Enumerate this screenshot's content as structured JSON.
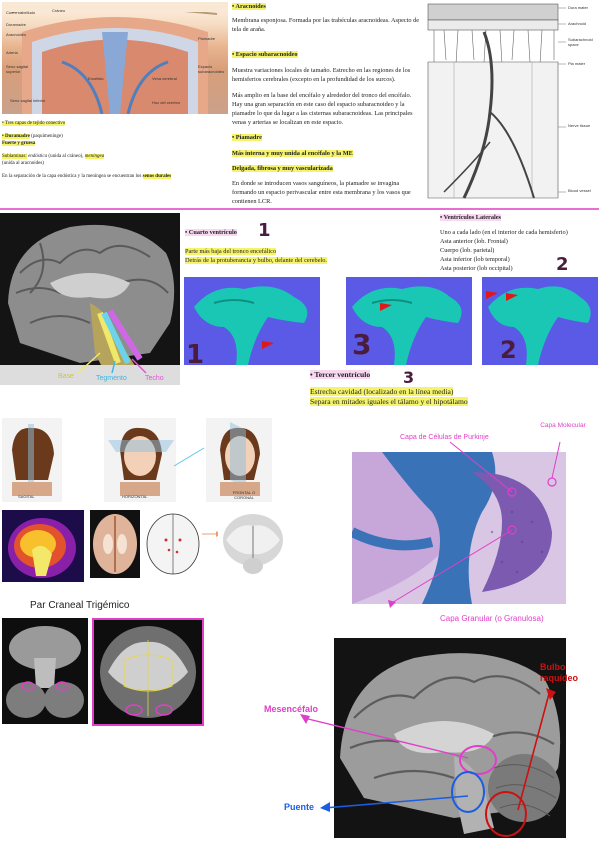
{
  "meninges": {
    "img_labels": [
      "Cuero cabelludo",
      "Cráneo",
      "Duramadre",
      "Aracnoides",
      "Piamadre",
      "Seno sagital superior",
      "Arteria",
      "Espacio subaracnoideo",
      "Seno sagital inferior",
      "Encéfalo",
      "Hoz del cerebro",
      "Vena cerebral"
    ],
    "tres_capas": "• Tres capas de tejido conectivo",
    "duramadre_title": "• Duramadre",
    "duramadre_sub": "(paquimeninge)",
    "fuerte": "Fuerte y gruesa",
    "sublamina_a": "Sublaminas:",
    "endostica": "endóstica",
    "sublamina_b": "(unida al cráneo),",
    "meningea": "meníngea",
    "sublamina_c": "(unida al aracnoides)",
    "separacion": "En la separación de la capa endóstica y la meníngea se encuentran los",
    "senos": "senos durales",
    "aracnoides_title": "• Aracnoides",
    "aracnoides_text": "Membrana esponjosa. Formada por las trabéculas aracnoideas. Aspecto de tela de araña.",
    "subaracnoideo_title": "• Espacio subaracnoideo",
    "subaracnoideo_p1": "Muestra variaciones locales de tamaño. Estrecho en las regiones de los hemisferios cerebrales (excepto en la profundidad de los surcos).",
    "subaracnoideo_p2": "Más amplio en la base del encéfalo y alrededor del tronco del encéfalo. Hay una gran separación en este caso del espacio subaracnoideo y la piamadre lo que da lugar a las cisternas subaracnoideas. Las principales venas y arterias se localizan en este espacio.",
    "piamadre_title": "• Piamadre",
    "piamadre_1": "Más interna y muy unida al encéfalo y la ME",
    "piamadre_2": "Delgada, fibrosa y muy vascularizada",
    "piamadre_3": "En donde se introducen vasos sanguíneos, la piamadre se invagina formando un espacio perivascular entre esta membrana y los vasos que contienen LCR.",
    "diagram_labels": [
      "Dura mater",
      "Arachnoid",
      "Subarachnoid space",
      "Pia mater",
      "Nerve tissue",
      "Blood vessel"
    ]
  },
  "ventricles": {
    "brain_labels": [
      "Base",
      "Tegmento",
      "Techo"
    ],
    "cuarto_title": "• Cuarto ventrículo",
    "cuarto_1": "Parte más baja del tronco encefálico",
    "cuarto_2": "Detrás de la protuberancia y bulbo, delante del cerebelo.",
    "laterales_title": "• Ventrículos Laterales",
    "laterales_list": [
      "Uno a cada lado (en el interior de cada hemisferio)",
      "Asta anterior (lob. Frontal)",
      "Cuerpo (lob. parietal)",
      "Asta inferior (lob temporal)",
      "Asta posterior (lob occipital)"
    ],
    "tercer_title": "• Tercer ventrículo",
    "tercer_1": "Estrecha cavidad (localizado en la línea media)",
    "tercer_2": "Separa en mitades iguales el tálamo y el hipotálamo",
    "hand_numbers": [
      "1",
      "2",
      "1",
      "3",
      "2",
      "3"
    ]
  },
  "planes": {
    "labels": [
      "SAGITAL",
      "HORIZONTAL",
      "FRONTAL O CORONAL"
    ]
  },
  "cerebellum": {
    "purkinje": "Capa de Células de Purkinje",
    "molecular": "Capa Molecular",
    "granular": "Capa Granular (o Granulosa)"
  },
  "trigeminal": {
    "title": "Par Craneal Trigémico"
  },
  "brainstem": {
    "mesencefalo": "Mesencéfalo",
    "bulbo": "Bulbo raquídeo",
    "puente": "Puente"
  },
  "colors": {
    "divider": "#e76fd4",
    "highlight": "#f4f36a",
    "pink_label": "#e03fc8",
    "red_label": "#cc1111",
    "blue_label": "#1a5de0",
    "histology_blue": "#3a72b8",
    "ventricle_bg": "#5a5ae6",
    "ventricle_cyan": "#19c7b4"
  }
}
